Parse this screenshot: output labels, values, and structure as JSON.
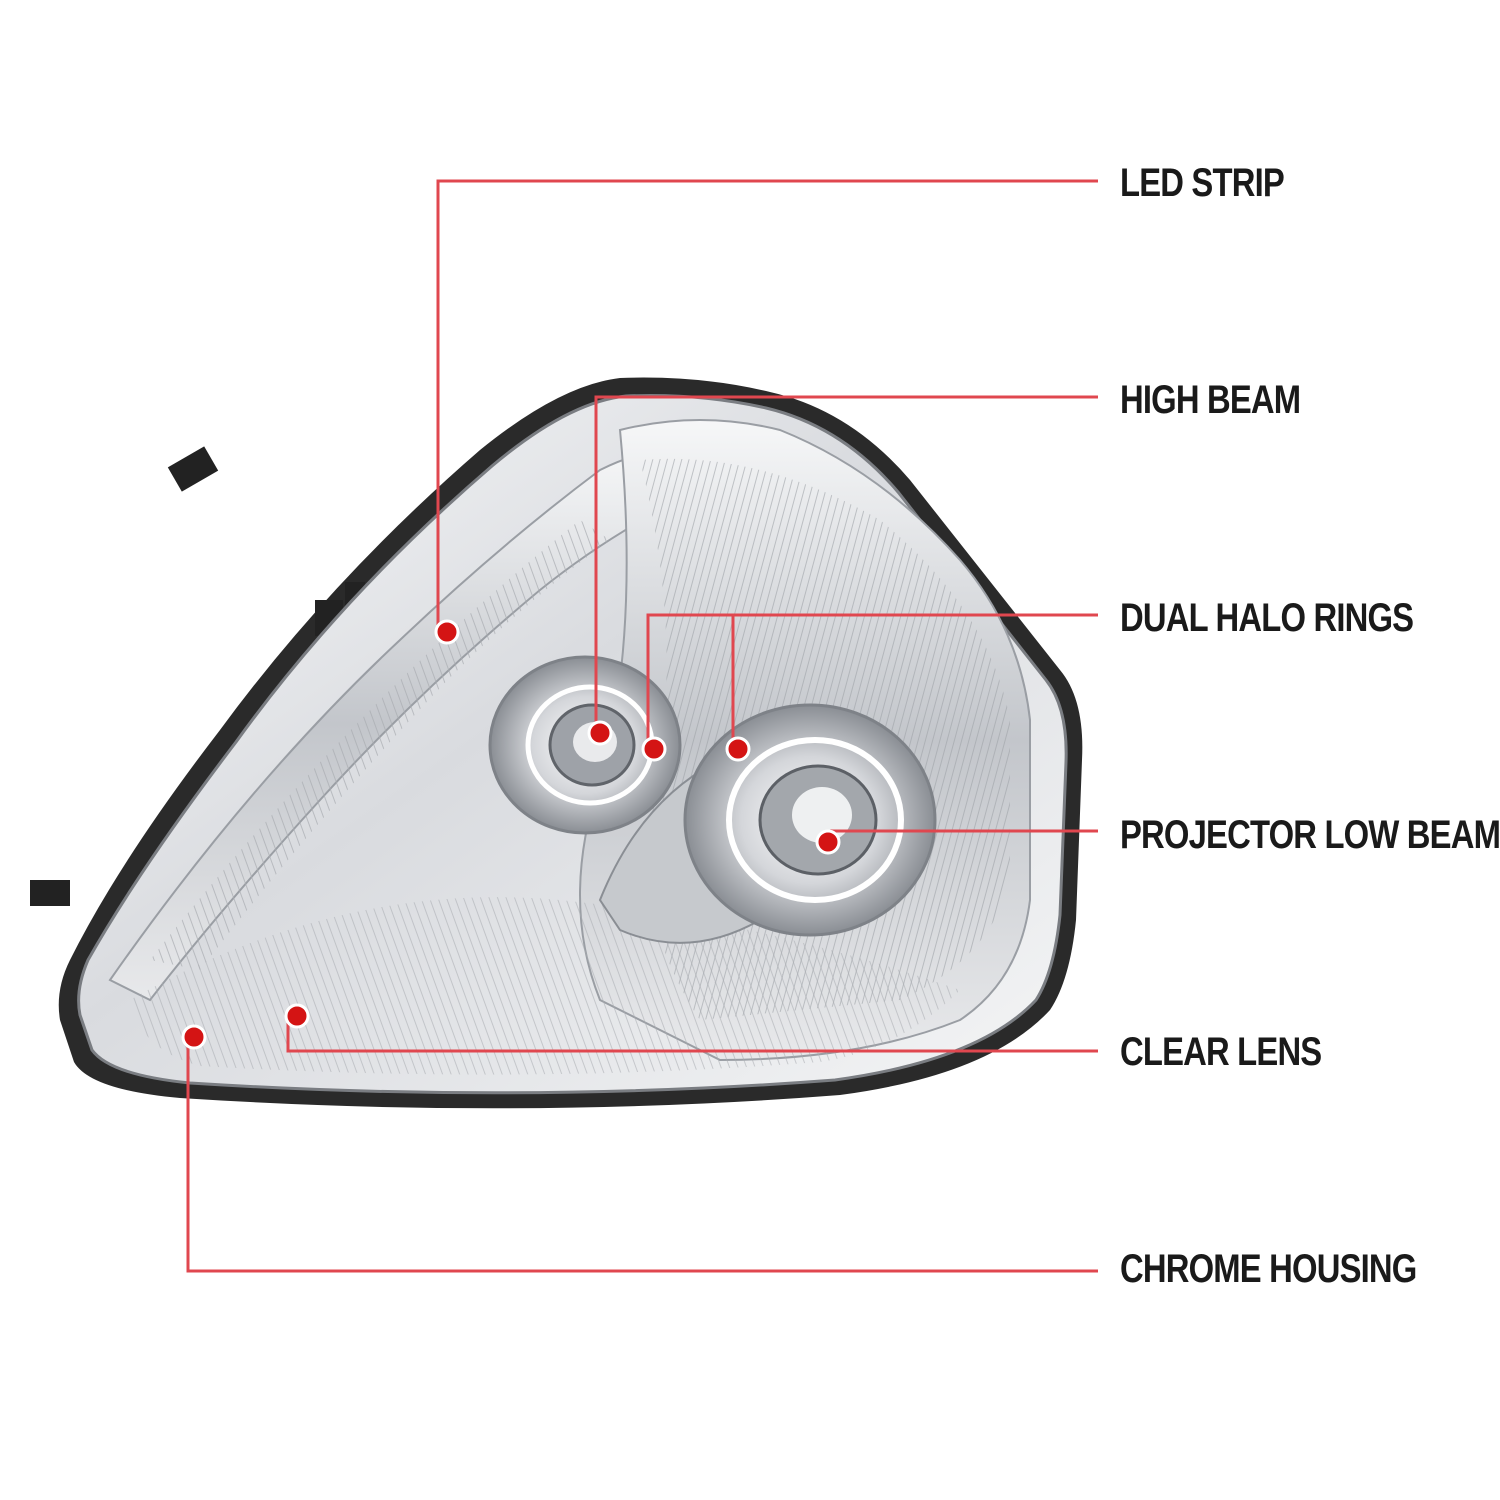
{
  "callouts": [
    {
      "id": "led",
      "label": "LED STRIP"
    },
    {
      "id": "high",
      "label": "HIGH BEAM"
    },
    {
      "id": "halo",
      "label": "DUAL HALO RINGS"
    },
    {
      "id": "proj",
      "label": "PROJECTOR LOW BEAM"
    },
    {
      "id": "lens",
      "label": "CLEAR LENS"
    },
    {
      "id": "chrome",
      "label": "CHROME HOUSING"
    }
  ],
  "colors": {
    "leader_line": "#e0474f",
    "marker_dot": "#d41414",
    "label_text": "#1a1a1a",
    "housing_frame": "#2a2a2a",
    "chrome_light": "#f0f1f3",
    "chrome_mid": "#b9bcc1",
    "chrome_dark": "#6e7278"
  }
}
